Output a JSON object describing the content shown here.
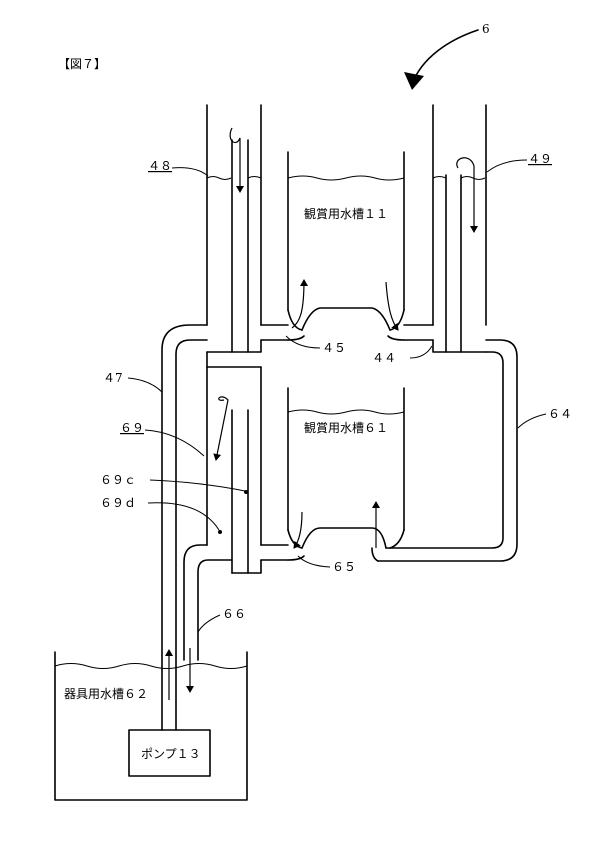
{
  "figure": {
    "title": "【図７】"
  },
  "labels": {
    "ref_6": "6",
    "ref_48": "４８",
    "ref_49": "４９",
    "ref_45": "４５",
    "ref_44": "４４",
    "ref_47": "４7",
    "ref_69": "６９",
    "ref_69c": "６９ｃ",
    "ref_69d": "６９ｄ",
    "ref_64": "６４",
    "ref_65": "６５",
    "ref_66": "６６"
  },
  "tanks": {
    "upper": "観賞用水槽１１",
    "lower": "観賞用水槽６１",
    "equipment": "器具用水槽６２",
    "pump": "ポンプ１３"
  }
}
